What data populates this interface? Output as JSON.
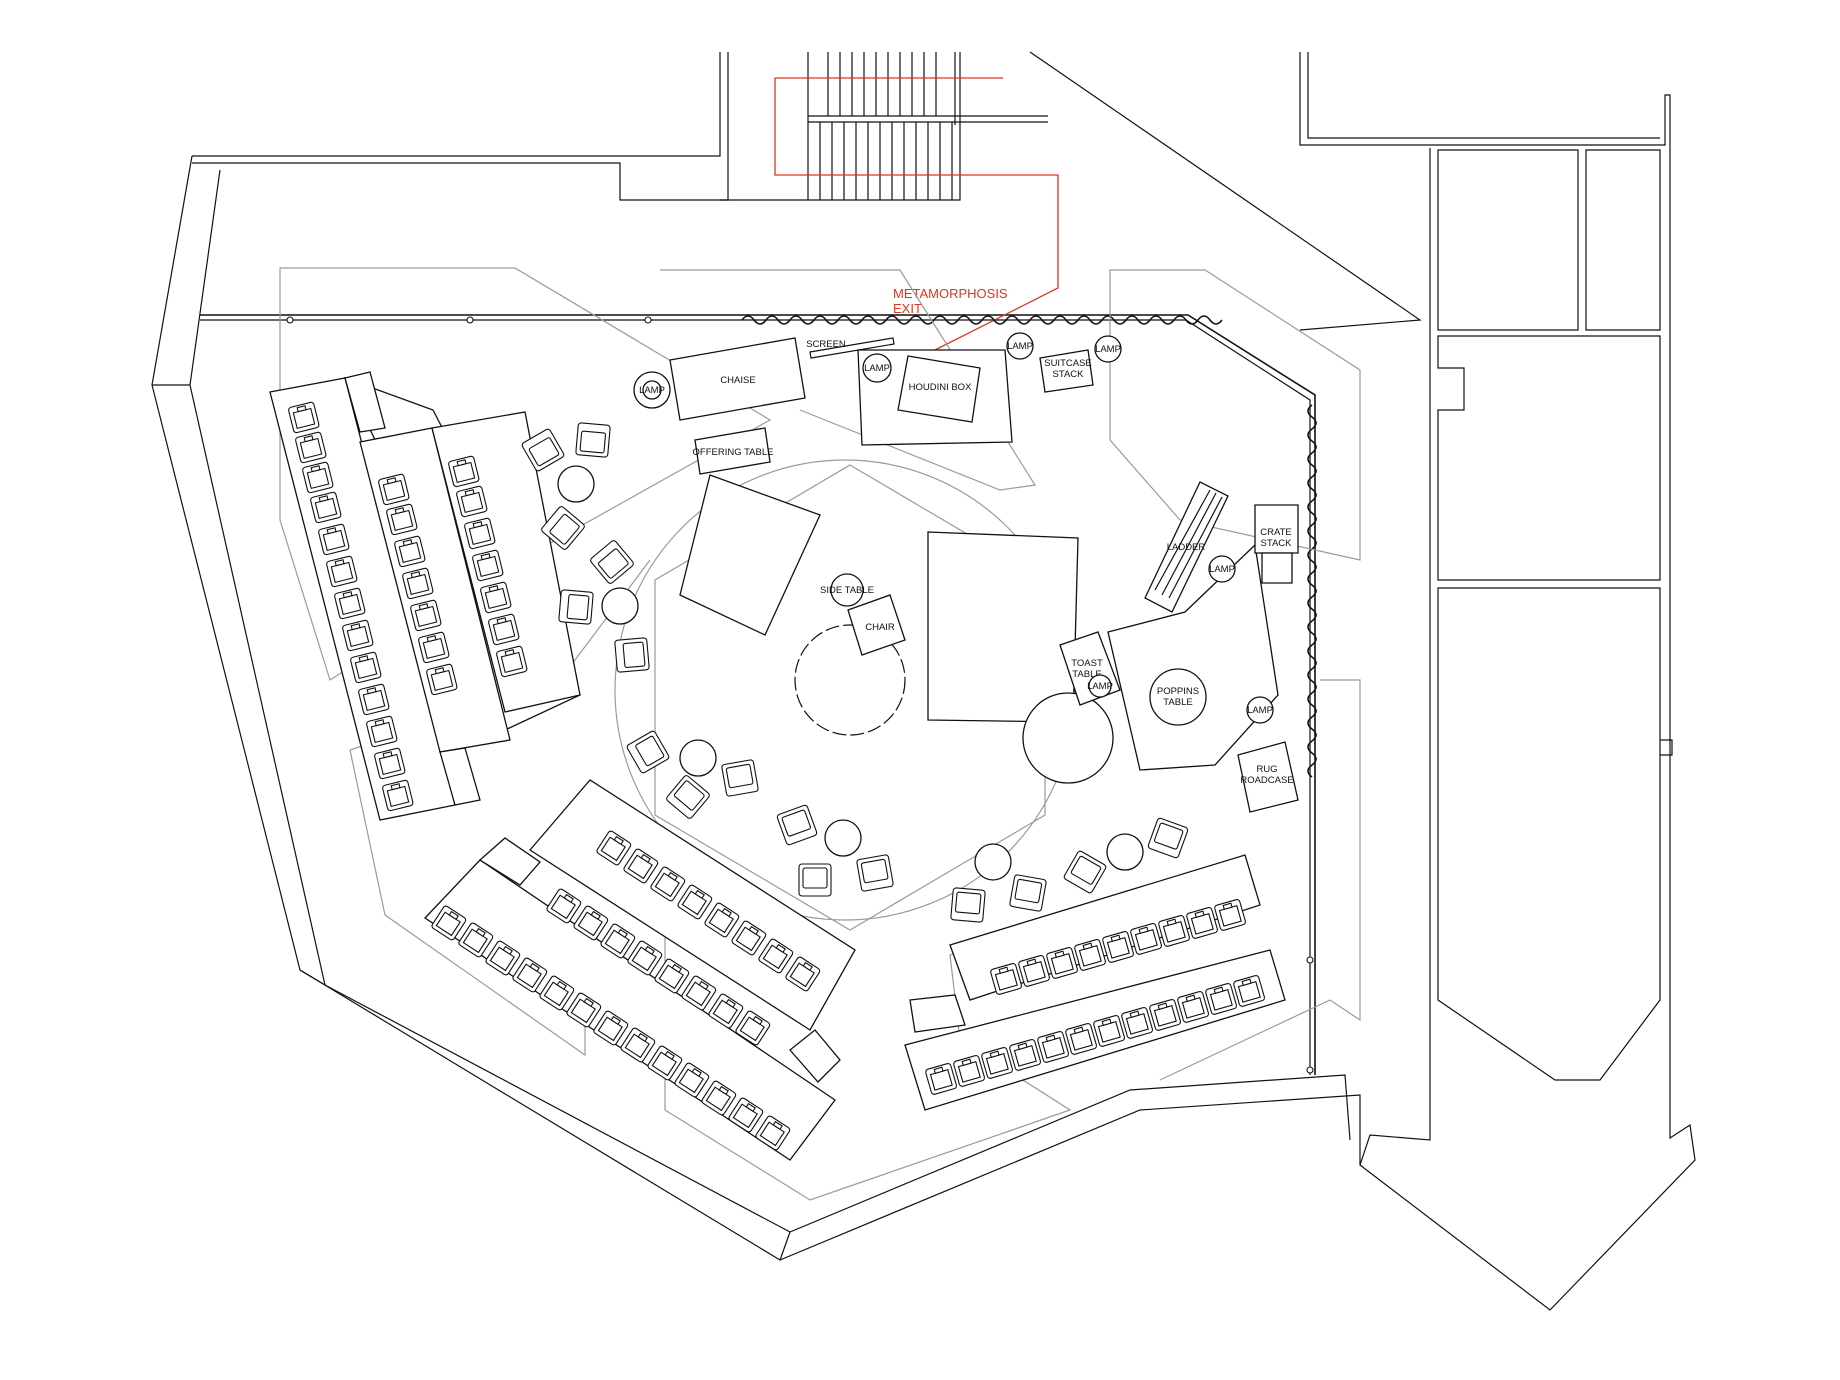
{
  "plan": {
    "exit_label_line1": "METAMORPHOSIS",
    "exit_label_line2": "EXIT",
    "labels": {
      "screen": "SCREEN",
      "chaise": "CHAISE",
      "offering_table": "OFFERING TABLE",
      "houdini_box": "HOUDINI BOX",
      "suitcase_line1": "SUITCASE",
      "suitcase_line2": "STACK",
      "side_table": "SIDE TABLE",
      "chair": "CHAIR",
      "ladder": "LADDER",
      "crate_line1": "CRATE",
      "crate_line2": "STACK",
      "toast_line1": "TOAST",
      "toast_line2": "TABLE",
      "poppins_line1": "POPPINS",
      "poppins_line2": "TABLE",
      "rug_line1": "RUG",
      "rug_line2": "ROADCASE",
      "lamp": "LAMP"
    },
    "colors": {
      "walls": "#111111",
      "guides": "#9a9a9a",
      "exit_route": "#e0351e"
    }
  }
}
